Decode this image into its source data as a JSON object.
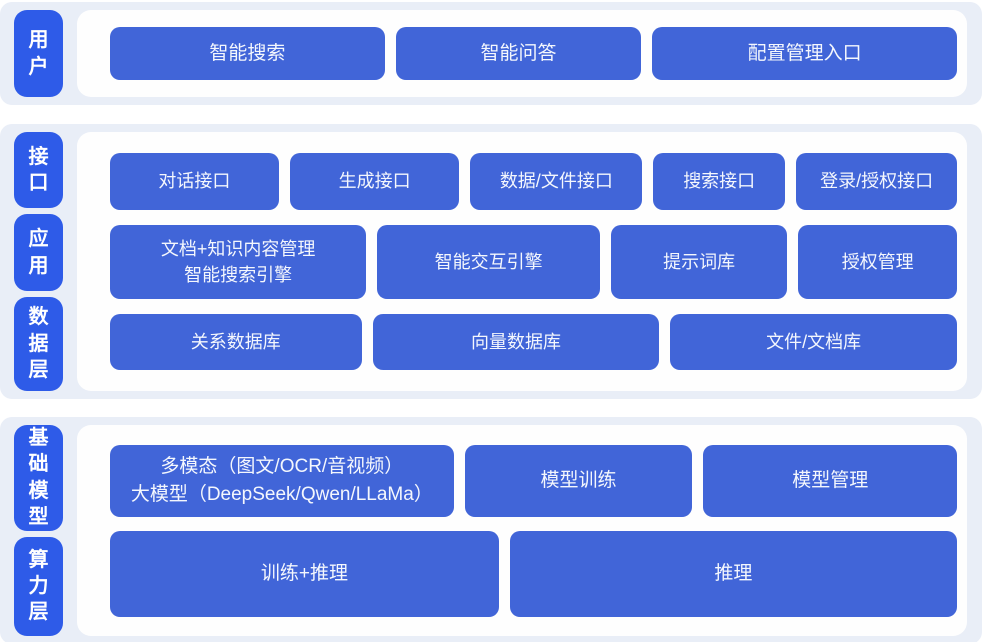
{
  "colors": {
    "page-bg": "#ffffff",
    "band-bg": "#e9eef7",
    "pill-bg": "#2e5be8",
    "block-bg": "#4165d8",
    "block-text": "#f4f7fd",
    "panel-bg": "#fefefe"
  },
  "groups": [
    {
      "labels": [
        "用户"
      ],
      "rows": [
        [
          "智能搜索",
          "智能问答",
          "配置管理入口"
        ]
      ]
    },
    {
      "labels": [
        "接口",
        "应用",
        "数据层"
      ],
      "rows": [
        [
          "对话接口",
          "生成接口",
          "数据/文件接口",
          "搜索接口",
          "登录/授权接口"
        ],
        [
          "文档+知识内容管理\n智能搜索引擎",
          "智能交互引擎",
          "提示词库",
          "授权管理"
        ],
        [
          "关系数据库",
          "向量数据库",
          "文件/文档库"
        ]
      ]
    },
    {
      "labels": [
        "基础模型",
        "算力层"
      ],
      "rows": [
        [
          "多模态（图文/OCR/音视频）\n大模型（DeepSeek/Qwen/LLaMa）",
          "模型训练",
          "模型管理"
        ],
        [
          "训练+推理",
          "推理"
        ]
      ]
    }
  ]
}
